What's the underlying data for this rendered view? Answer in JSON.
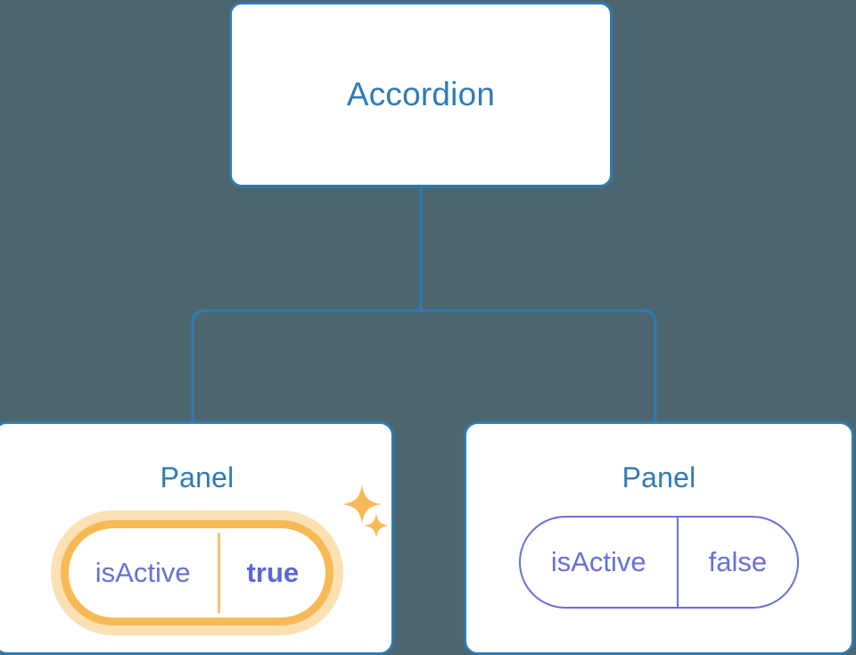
{
  "diagram": {
    "type": "component-tree",
    "background_color": "#4c6670",
    "node_border_color": "#2e7bb5",
    "node_text_color": "#2e7bb5",
    "prop_color": "#6670d8",
    "highlight_color": "#f7b955",
    "highlight_glow_color": "#fbe0b4",
    "root": {
      "label": "Accordion"
    },
    "children": [
      {
        "label": "Panel",
        "highlighted": true,
        "prop": {
          "key": "isActive",
          "value": "true"
        },
        "sparkles": [
          {
            "name": "sparkle-large-icon"
          },
          {
            "name": "sparkle-small-icon"
          }
        ]
      },
      {
        "label": "Panel",
        "highlighted": false,
        "prop": {
          "key": "isActive",
          "value": "false"
        }
      }
    ]
  }
}
